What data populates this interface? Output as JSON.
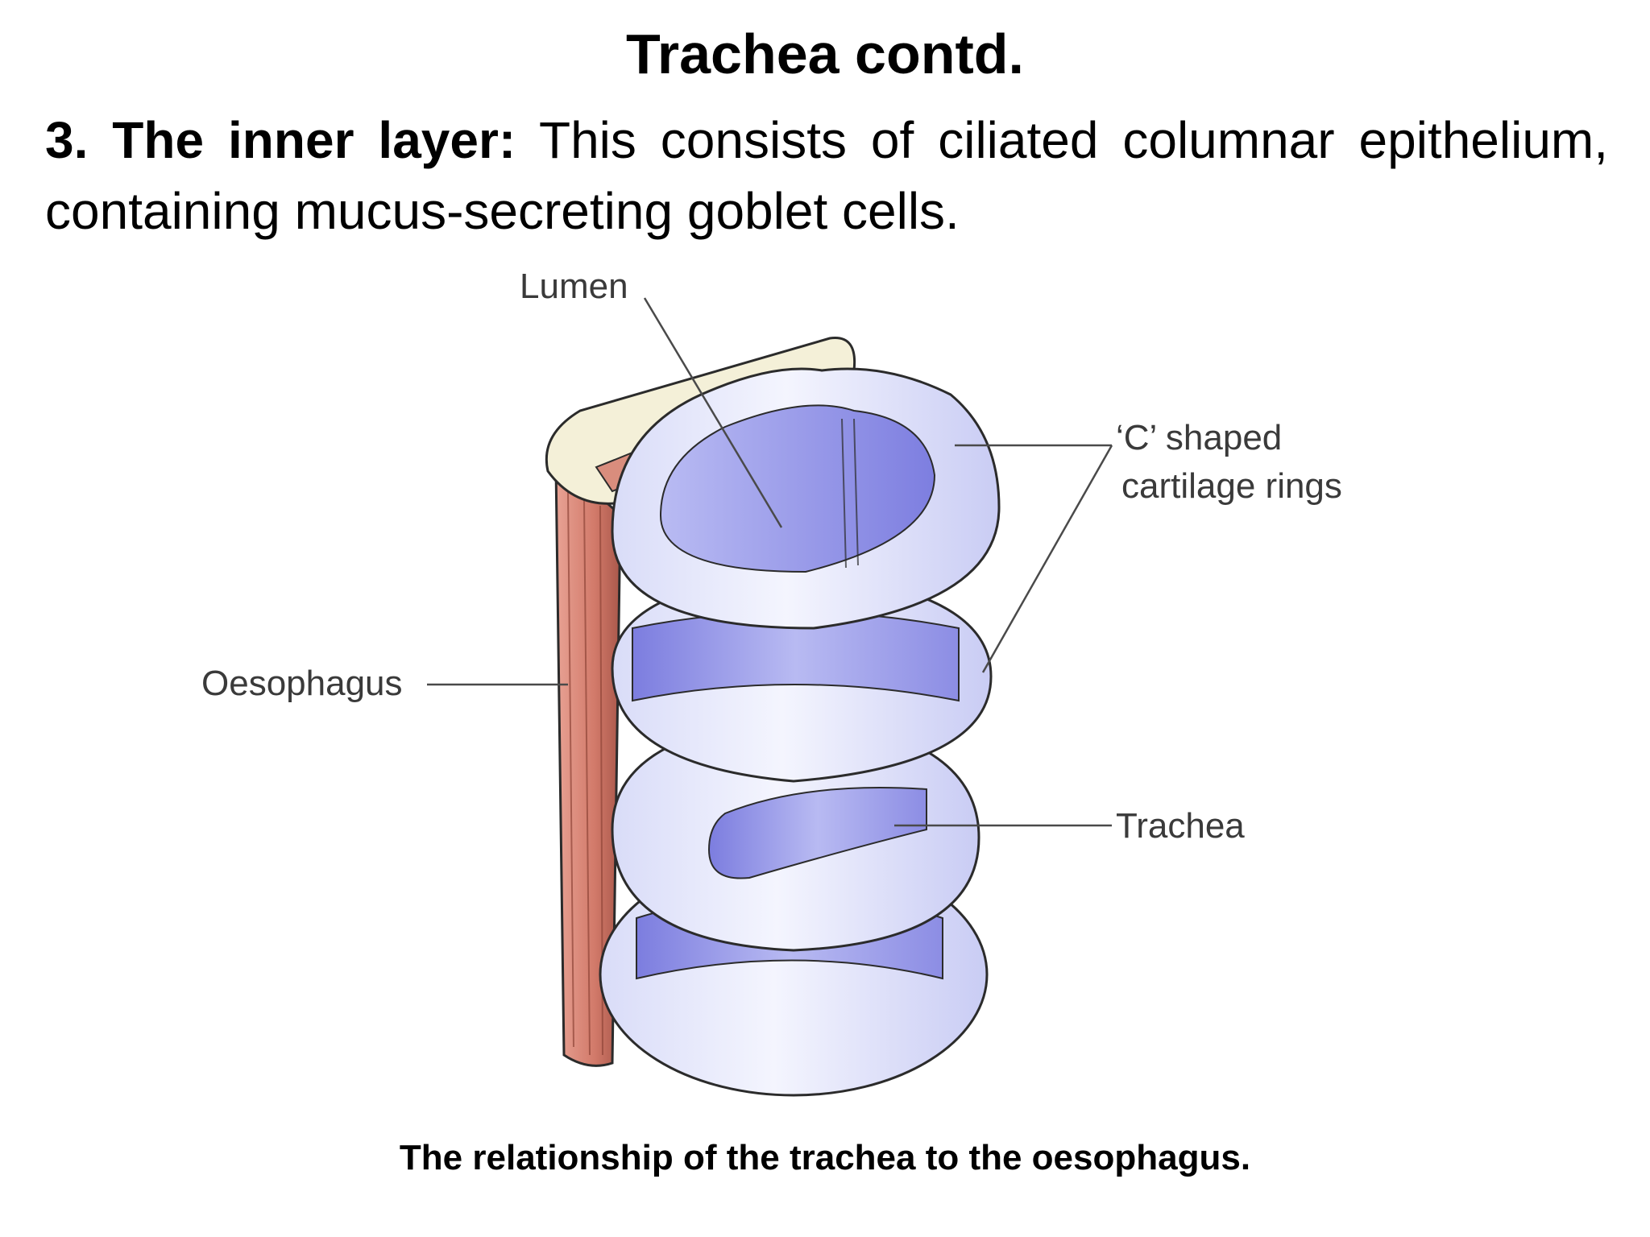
{
  "slide": {
    "title": "Trachea contd.",
    "paragraph_lead": "3. The inner layer:",
    "paragraph_body": "This consists of ciliated columnar epithelium, containing mucus-secreting goblet cells.",
    "caption": "The relationship of the trachea to the oesophagus."
  },
  "diagram": {
    "labels": {
      "lumen": "Lumen",
      "cartilage_line1": "‘C’ shaped",
      "cartilage_line2": "cartilage rings",
      "oesophagus": "Oesophagus",
      "trachea": "Trachea"
    },
    "colors": {
      "cartilage": "#e6e8fb",
      "cartilage_shadow": "#b9bdf0",
      "lumen": "#8f8fe6",
      "membrane": "#9ea0ea",
      "oesophagus": "#d4786a",
      "oesophagus_top": "#f4f0d8",
      "outline": "#2b2b2b"
    }
  }
}
